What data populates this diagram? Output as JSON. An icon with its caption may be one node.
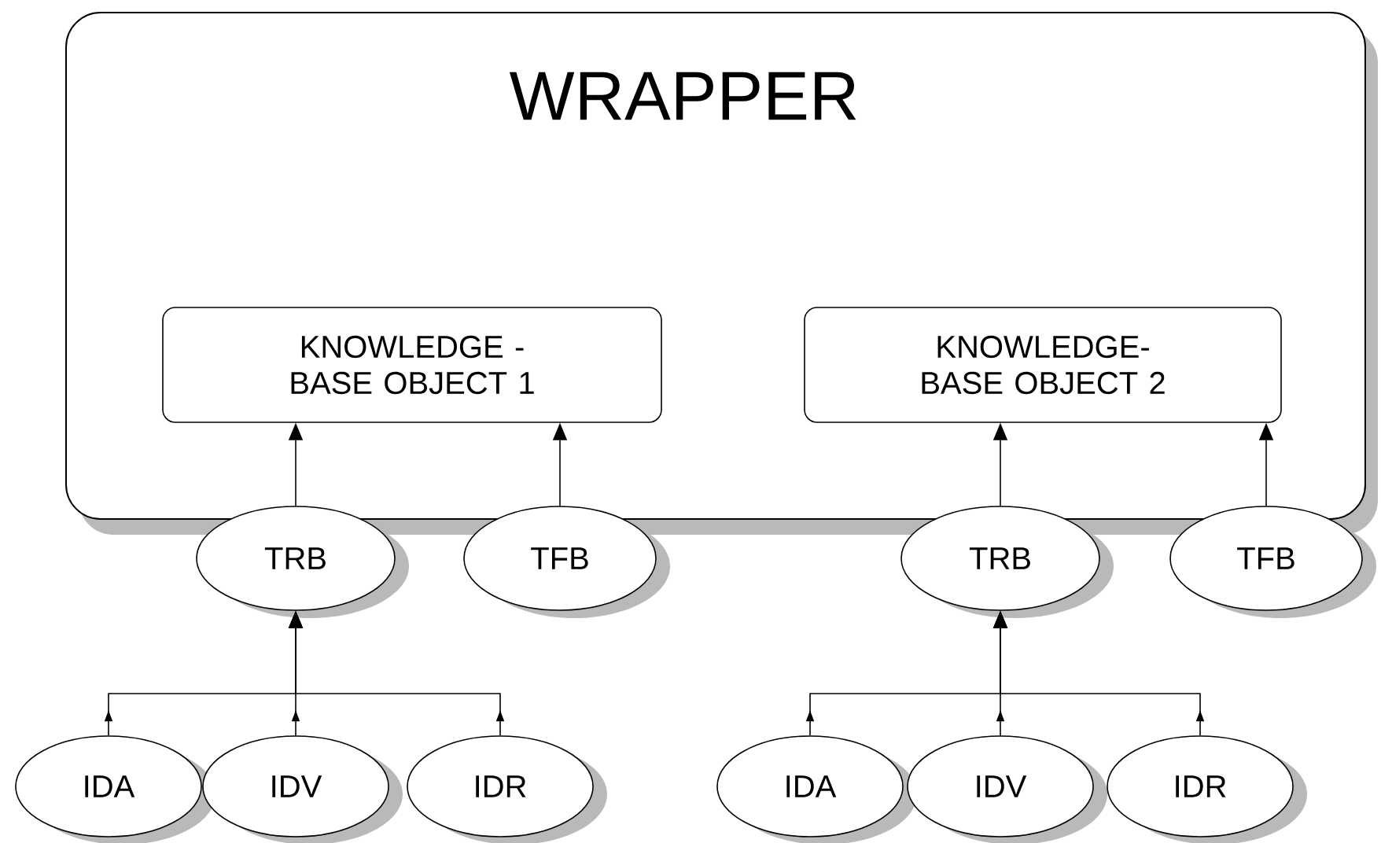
{
  "diagram": {
    "nodes": [
      {
        "text": [
          "WRAPPER"
        ]
      },
      {
        "text": [
          "KNOWLEDGE - BASE OBJECT 1"
        ],
        "in": 0
      },
      {
        "text": [
          "KNOWLEDGE-BASE OBJECT 2"
        ],
        "in": 0
      },
      {
        "text": [
          "TRB"
        ]
      },
      {
        "text": [
          "TFB"
        ]
      },
      {
        "text": [
          "TRB"
        ]
      },
      {
        "text": [
          "TFB"
        ]
      },
      {
        "text": [
          "IDA"
        ]
      },
      {
        "text": [
          "IDV"
        ]
      },
      {
        "text": [
          "IDR"
        ]
      },
      {
        "text": [
          "IDA"
        ]
      },
      {
        "text": [
          "IDV"
        ]
      },
      {
        "text": [
          "IDR"
        ]
      }
    ],
    "edges": [
      {
        "from": 3,
        "to": 1,
        "arrow": "to"
      },
      {
        "from": 4,
        "to": 1,
        "arrow": "to"
      },
      {
        "from": 5,
        "to": 2,
        "arrow": "to"
      },
      {
        "from": 6,
        "to": 2,
        "arrow": "to"
      },
      {
        "from": 7,
        "to": 3,
        "arrow": "to"
      },
      {
        "from": 8,
        "to": 3,
        "arrow": "to"
      },
      {
        "from": 9,
        "to": 3,
        "arrow": "to"
      },
      {
        "from": 10,
        "to": 5,
        "arrow": "to"
      },
      {
        "from": 11,
        "to": 5,
        "arrow": "to"
      },
      {
        "from": 12,
        "to": 5,
        "arrow": "to"
      }
    ]
  }
}
